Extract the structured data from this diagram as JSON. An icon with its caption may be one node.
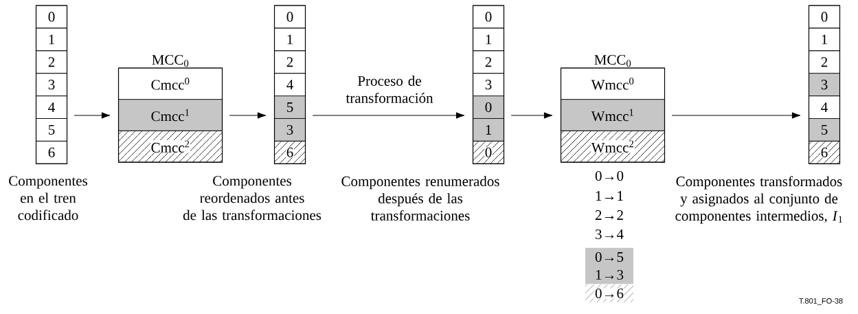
{
  "diagram": {
    "nodes": [
      {
        "text": [],
        "shape": "box",
        "beside": [
          "Componentes en el tren codificado"
        ]
      },
      {
        "text": [
          "0"
        ],
        "in": 0
      },
      {
        "text": [
          "1"
        ],
        "in": 0
      },
      {
        "text": [
          "2"
        ],
        "in": 0
      },
      {
        "text": [
          "3"
        ],
        "in": 0
      },
      {
        "text": [
          "4"
        ],
        "in": 0
      },
      {
        "text": [
          "5"
        ],
        "in": 0
      },
      {
        "text": [
          "6"
        ],
        "in": 0
      },
      {
        "text": [
          "MCC$_{0}$"
        ]
      },
      {
        "text": [
          "Cmcc$^{0}$"
        ],
        "in": 8
      },
      {
        "text": [
          "Cmcc$^{1}$"
        ],
        "in": 8
      },
      {
        "text": [
          "Cmcc$^{2}$"
        ],
        "in": 8
      },
      {
        "text": [],
        "shape": "box",
        "beside": [
          "Componentes reordenados antes de las transformaciones"
        ]
      },
      {
        "text": [
          "0"
        ],
        "in": 12
      },
      {
        "text": [
          "1"
        ],
        "in": 12
      },
      {
        "text": [
          "2"
        ],
        "in": 12
      },
      {
        "text": [
          "4"
        ],
        "in": 12
      },
      {
        "text": [
          "5"
        ],
        "in": 12
      },
      {
        "text": [
          "3"
        ],
        "in": 12
      },
      {
        "text": [
          "6"
        ],
        "in": 12
      },
      {
        "text": [],
        "shape": "box",
        "beside": [
          "Componentes renumerados después de las transformaciones"
        ]
      },
      {
        "text": [
          "0"
        ],
        "in": 20
      },
      {
        "text": [
          "1"
        ],
        "in": 20
      },
      {
        "text": [
          "2"
        ],
        "in": 20
      },
      {
        "text": [
          "3"
        ],
        "in": 20
      },
      {
        "text": [
          "0"
        ],
        "in": 20
      },
      {
        "text": [
          "1"
        ],
        "in": 20
      },
      {
        "text": [
          "0"
        ],
        "in": 20
      },
      {
        "text": [
          "MCC$_{0}$"
        ]
      },
      {
        "text": [
          "Wmcc$^{0}$"
        ],
        "in": 28
      },
      {
        "text": [
          "Wmcc$^{1}$"
        ],
        "in": 28
      },
      {
        "text": [
          "Wmcc$^{2}$"
        ],
        "in": 28
      },
      {
        "text": [
          "0→5"
        ]
      },
      {
        "text": [
          "1→3"
        ]
      },
      {
        "text": [
          "0→6"
        ]
      },
      {
        "text": [],
        "shape": "box",
        "beside": [
          "Componentes transformados y asignados al conjunto de componentes intermedios, *I*$_{1}$"
        ]
      },
      {
        "text": [
          "0"
        ],
        "in": 35
      },
      {
        "text": [
          "1"
        ],
        "in": 35
      },
      {
        "text": [
          "2"
        ],
        "in": 35
      },
      {
        "text": [
          "3"
        ],
        "in": 35
      },
      {
        "text": [
          "4"
        ],
        "in": 35
      },
      {
        "text": [
          "5"
        ],
        "in": 35
      },
      {
        "text": [
          "6"
        ],
        "in": 35
      }
    ],
    "edges": [
      {
        "from": 0,
        "to": 8,
        "arrow": "to"
      },
      {
        "from": 8,
        "to": 12,
        "arrow": "to"
      },
      {
        "from": 12,
        "to": 20,
        "arrow": "to",
        "label": "Proceso de transformación"
      },
      {
        "from": 20,
        "to": 28,
        "arrow": "to"
      },
      {
        "from": 28,
        "to": 35,
        "arrow": "to"
      }
    ],
    "labels": [
      "0→0",
      "1→1",
      "2→2",
      "3→4",
      "T.801_FO-38"
    ]
  }
}
